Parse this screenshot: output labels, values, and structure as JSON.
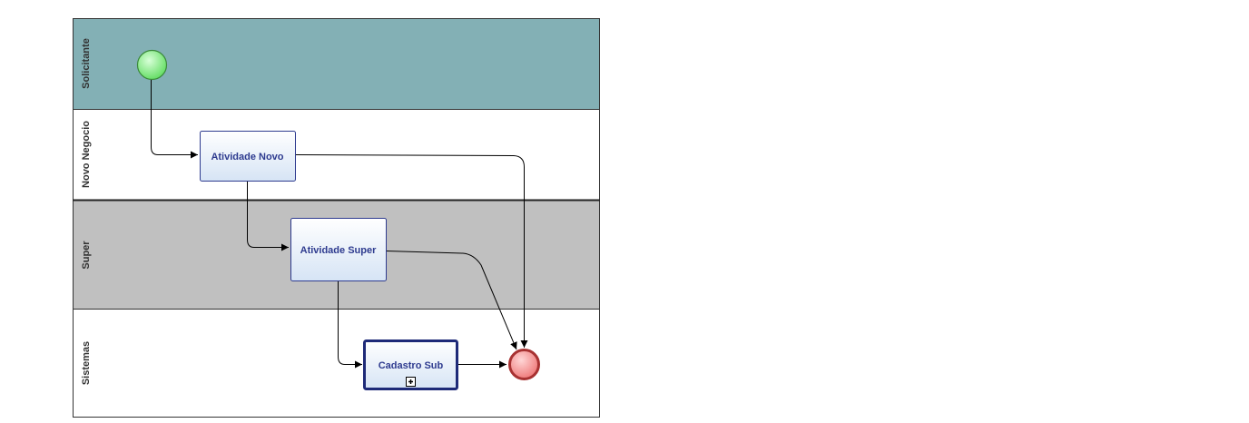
{
  "pool": {
    "lanes": [
      {
        "name": "Solicitante",
        "color": "#83b0b5"
      },
      {
        "name": "Novo Negocio",
        "color": "#ffffff"
      },
      {
        "name": "Super",
        "color": "#c0c0c0"
      },
      {
        "name": "Sistemas",
        "color": "#ffffff"
      }
    ]
  },
  "events": {
    "start": {
      "type": "start-event",
      "color": "#7fe67f"
    },
    "end": {
      "type": "end-event",
      "color": "#f08a8a"
    }
  },
  "tasks": {
    "novo": {
      "label": "Atividade Novo"
    },
    "super": {
      "label": "Atividade Super"
    },
    "sub": {
      "label": "Cadastro Sub",
      "marker": "collapsed-subprocess-icon"
    }
  },
  "colors": {
    "task_text": "#2e3b8f",
    "task_border": "#2e3b8f",
    "flow": "#000000"
  }
}
